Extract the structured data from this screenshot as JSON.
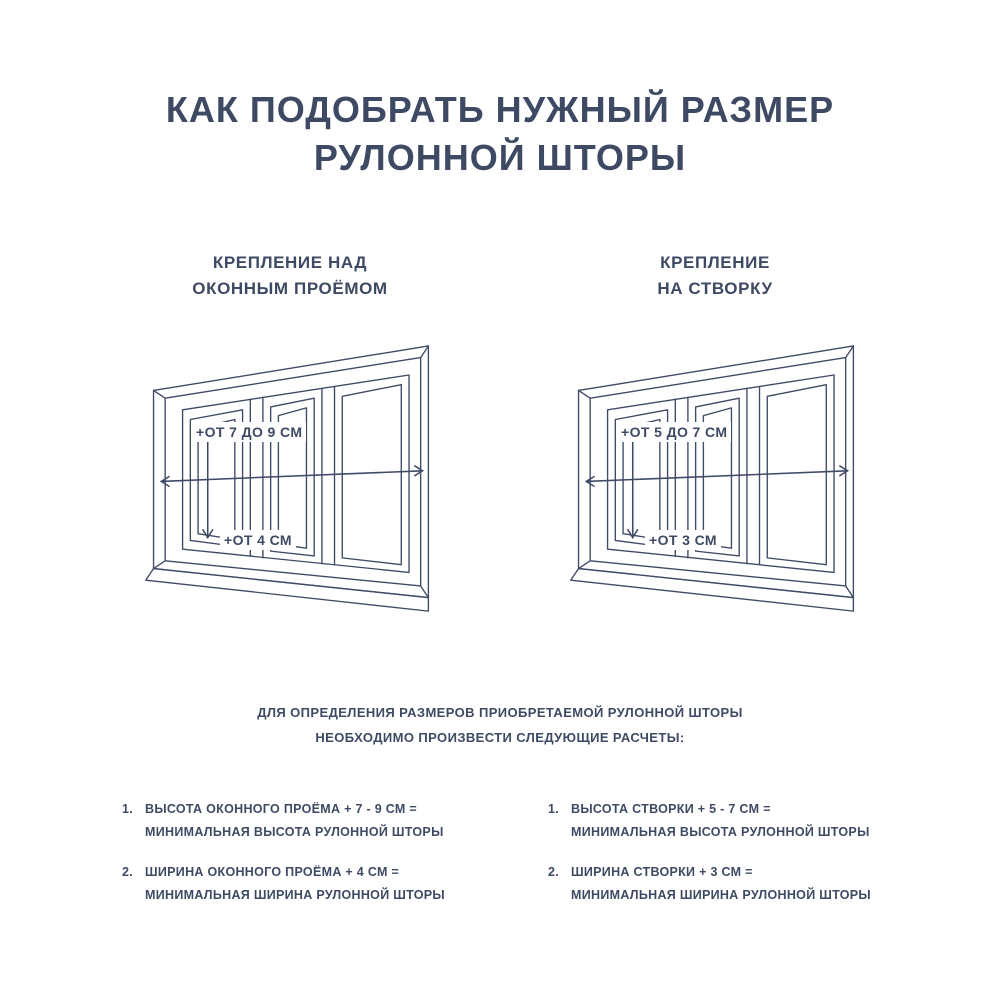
{
  "colors": {
    "ink": "#3e4a63",
    "background": "#ffffff"
  },
  "title": {
    "line1": "КАК ПОДОБРАТЬ НУЖНЫЙ РАЗМЕР",
    "line2": "РУЛОННОЙ ШТОРЫ"
  },
  "columns": [
    {
      "heading_line1": "КРЕПЛЕНИЕ НАД",
      "heading_line2": "ОКОННЫМ ПРОЁМОМ",
      "window_icon": "perspective-window-three-panes-icon",
      "height_label": "+ОТ 7 ДО 9 СМ",
      "width_label": "+ОТ 4 СМ"
    },
    {
      "heading_line1": "КРЕПЛЕНИЕ",
      "heading_line2": "НА СТВОРКУ",
      "window_icon": "perspective-window-three-panes-icon",
      "height_label": "+ОТ 5 ДО 7 СМ",
      "width_label": "+ОТ 3 СМ"
    }
  ],
  "note": {
    "line1": "ДЛЯ ОПРЕДЕЛЕНИЯ РАЗМЕРОВ ПРИОБРЕТАЕМОЙ РУЛОННОЙ ШТОРЫ",
    "line2": "НЕОБХОДИМО ПРОИЗВЕСТИ СЛЕДУЮЩИЕ РАСЧЕТЫ:"
  },
  "lists": {
    "left": [
      {
        "num": "1.",
        "line1": "ВЫСОТА ОКОННОГО ПРОЁМА + 7 - 9 СМ =",
        "line2": "МИНИМАЛЬНАЯ ВЫСОТА РУЛОННОЙ ШТОРЫ"
      },
      {
        "num": "2.",
        "line1": "ШИРИНА ОКОННОГО ПРОЁМА + 4 СМ =",
        "line2": "МИНИМАЛЬНАЯ ШИРИНА РУЛОННОЙ ШТОРЫ"
      }
    ],
    "right": [
      {
        "num": "1.",
        "line1": "ВЫСОТА СТВОРКИ + 5 - 7 СМ =",
        "line2": "МИНИМАЛЬНАЯ ВЫСОТА РУЛОННОЙ ШТОРЫ"
      },
      {
        "num": "2.",
        "line1": "ШИРИНА СТВОРКИ + 3 СМ =",
        "line2": "МИНИМАЛЬНАЯ ШИРИНА РУЛОННОЙ ШТОРЫ"
      }
    ]
  }
}
